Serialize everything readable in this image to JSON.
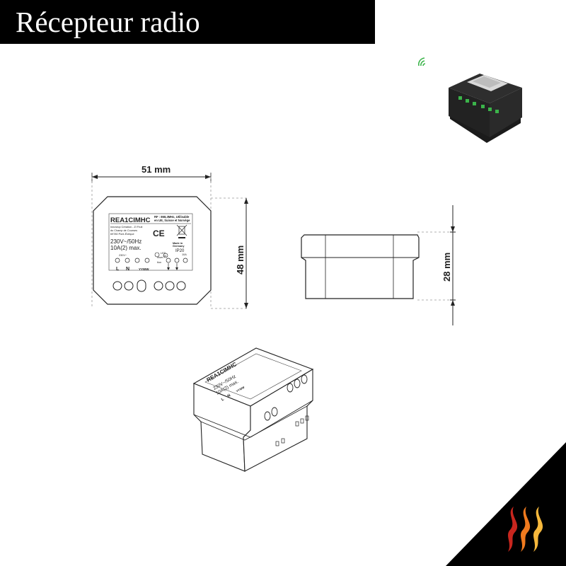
{
  "header": {
    "title": "Récepteur radio"
  },
  "dimensions": {
    "width": "51 mm",
    "height": "48 mm",
    "depth": "28 mm"
  },
  "front_label": {
    "model": "REA1CIMHC",
    "spec_top": "RF : 868,3MHz, Utilisable",
    "spec_top2": "en UE, Suisse et Norvège",
    "maker1": "Innovtop Création - ZI Fruit",
    "maker2": "du Champ de Courses",
    "maker3": "69780 Pont-Évêque",
    "voltage": "230V~/50Hz",
    "current": "10A(2) max.",
    "voltage_small": "230V~",
    "led": "LED",
    "made_in": "Made in",
    "country": "Germany",
    "ip": "IP20",
    "insert": "Inser-",
    "tion": "tion",
    "amp": "5A",
    "amp2": "10A",
    "date_code": "YYWW",
    "term_l": "L",
    "term_n": "N",
    "ce": "CE"
  },
  "iso_label": {
    "model": "REA1CIMHC",
    "voltage": "230V~/50Hz",
    "current": "10A(2) max.",
    "date_code": "YYWW",
    "term_l": "L",
    "term_n": "N"
  },
  "colors": {
    "title_bg": "#000000",
    "title_text": "#ffffff",
    "led_green": "#3bb44a",
    "flame_red": "#c8261e",
    "flame_orange": "#f07a1e",
    "flame_yellow": "#f6b83c"
  },
  "icons": [
    "radio-signal-icon",
    "flame-logo-icon",
    "ce-mark-icon",
    "weee-bin-icon"
  ]
}
